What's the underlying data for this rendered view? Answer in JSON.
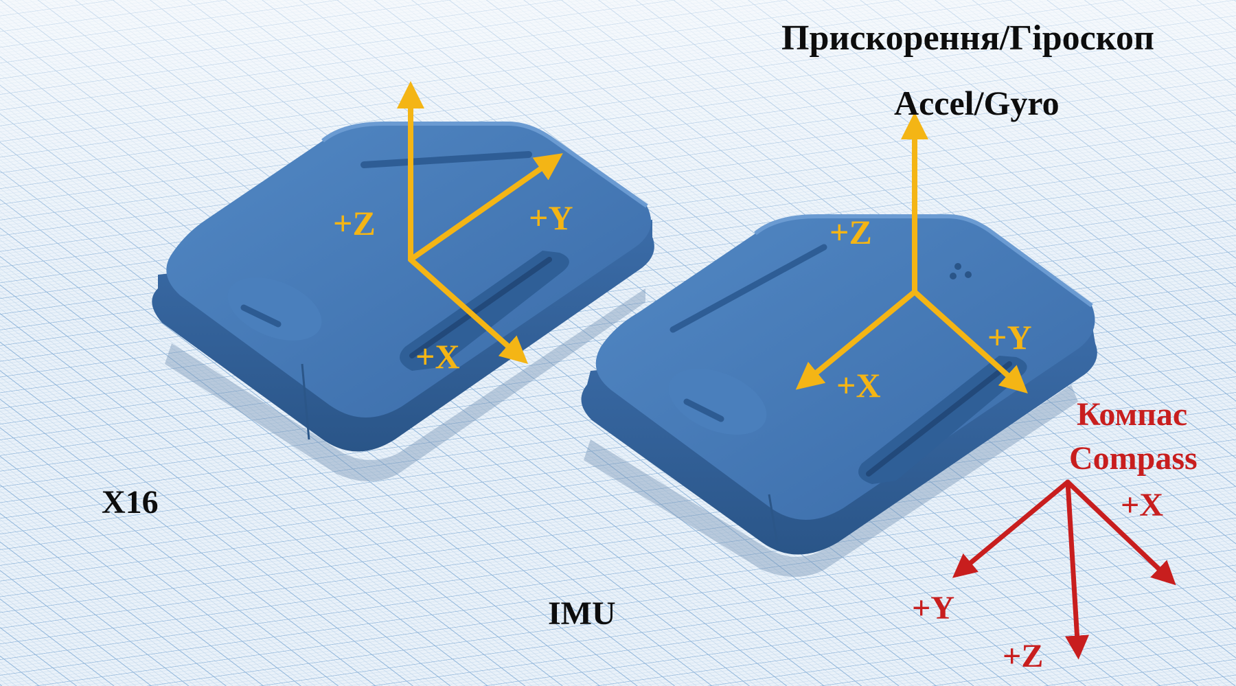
{
  "title_uk": "Прискорення/Гіроскоп",
  "title_en": "Accel/Gyro",
  "device_left": {
    "name": "X16",
    "axes": {
      "z": "+Z",
      "y": "+Y",
      "x": "+X"
    }
  },
  "device_right": {
    "name": "IMU",
    "accel_axes": {
      "z": "+Z",
      "y": "+Y",
      "x": "+X"
    },
    "compass": {
      "title_uk": "Компас",
      "title_en": "Compass",
      "axes": {
        "x": "+X",
        "y": "+Y",
        "z": "+Z"
      }
    }
  },
  "colors": {
    "device_blue": "#3f74b0",
    "accel_arrow": "#f4b515",
    "compass_arrow": "#c81e1e",
    "grid_line": "#9fc0de",
    "grid_bg": "#e9f1f9"
  }
}
